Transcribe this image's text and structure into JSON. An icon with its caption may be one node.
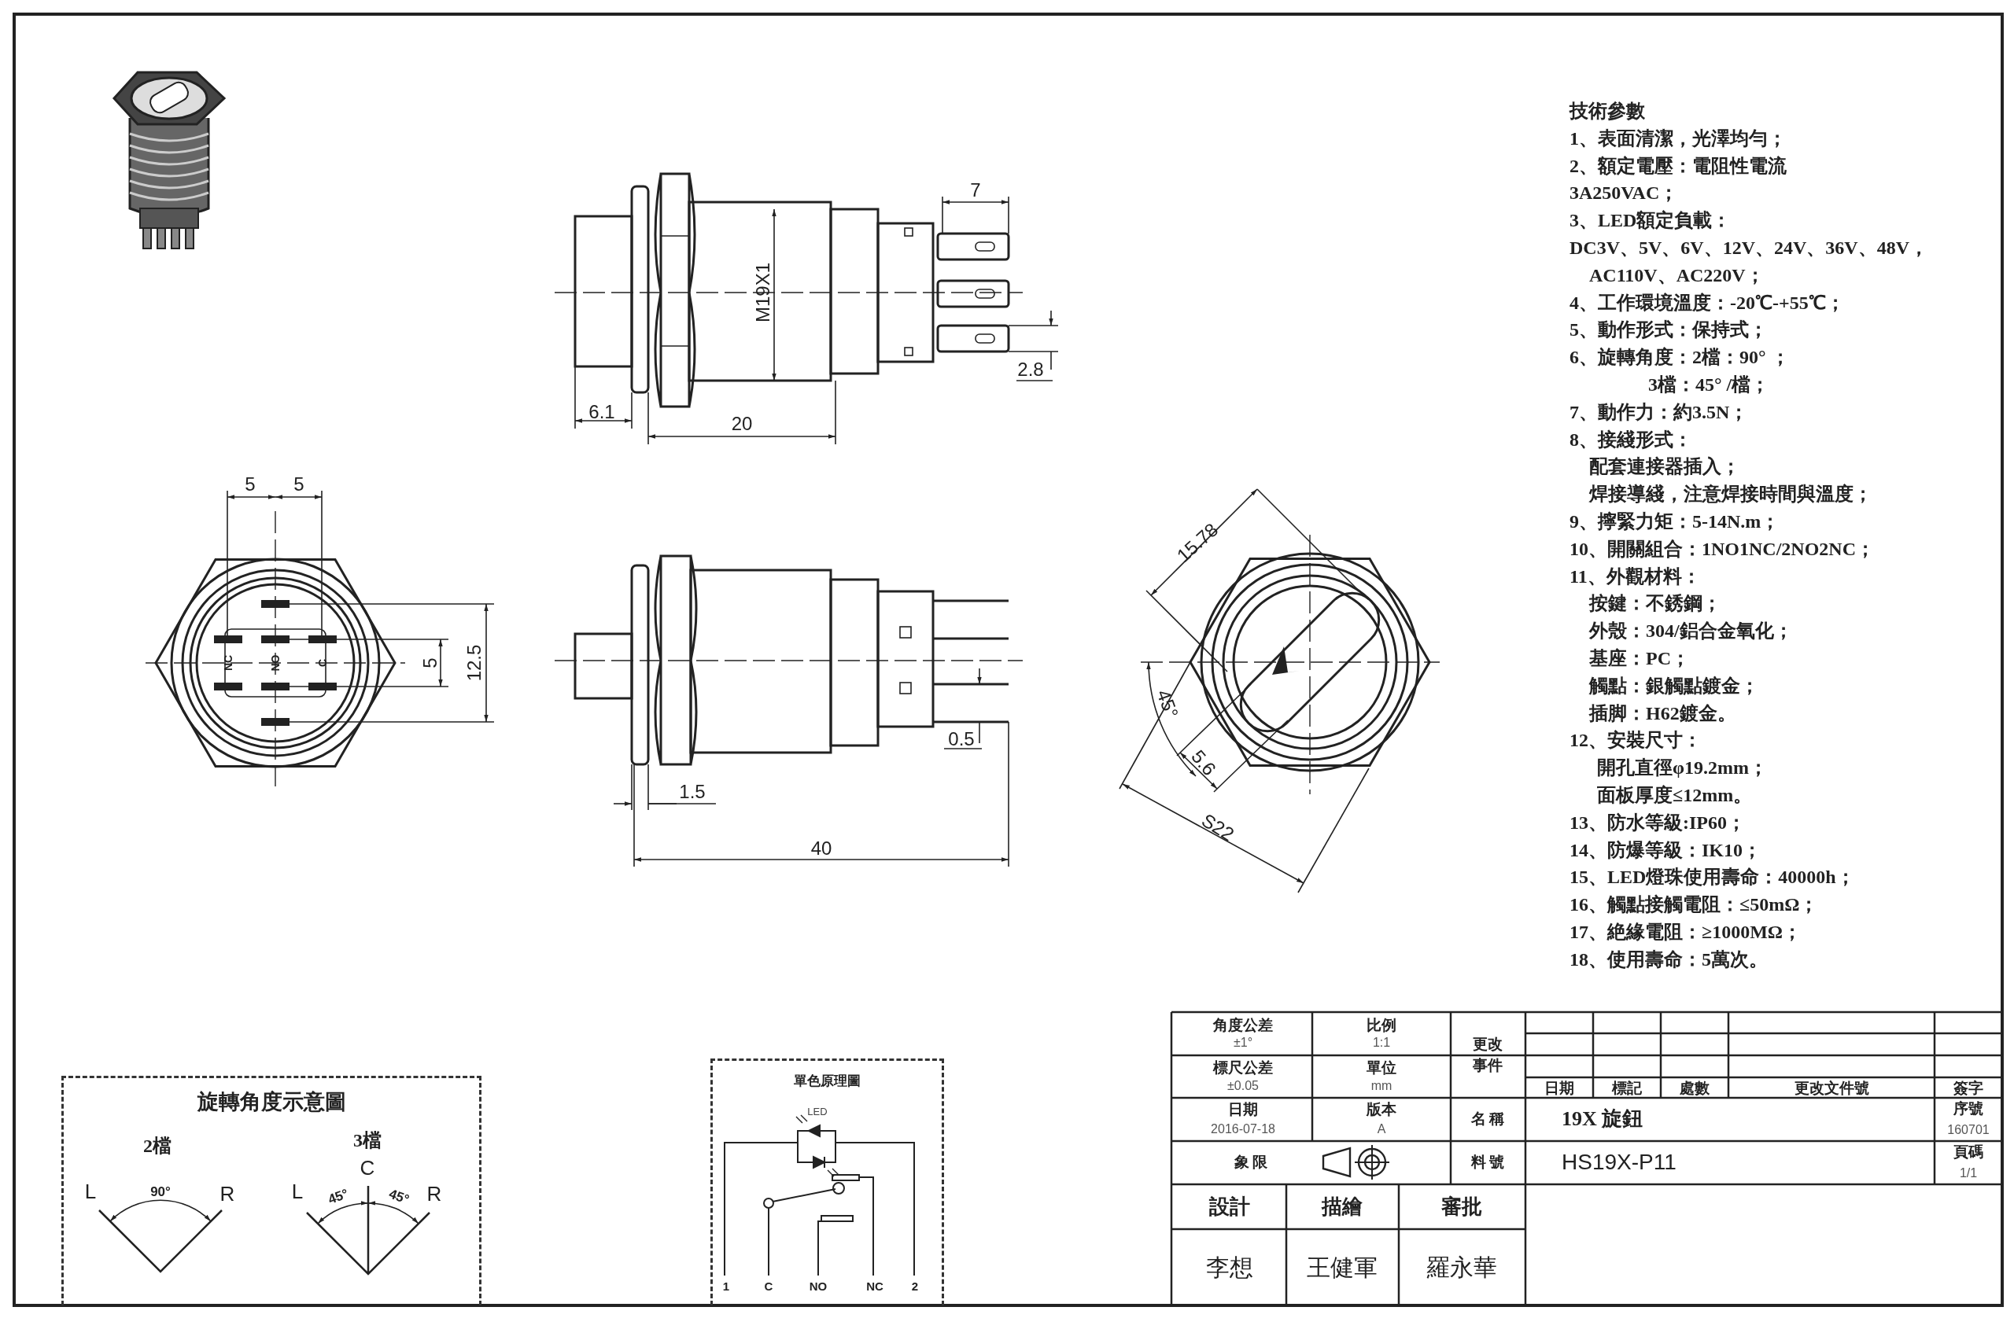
{
  "diagram": {
    "nodes": [
      {
        "text": [
          "旋轉角度示意圖"
        ]
      },
      {
        "text": [
          "單色原理圖"
        ]
      }
    ],
    "labels": [
      "7",
      "M19X1",
      "2.8",
      "6.1",
      "20",
      "0.5",
      "1.5",
      "40",
      "5",
      "5",
      "5",
      "12.5",
      "NC",
      "NO",
      "C",
      "15.78",
      "45°",
      "5.6",
      "S22",
      "技術參數",
      "1、表面清潔，光澤均勻；",
      "2、額定電壓：電阻性電流",
      "3A250VAC；",
      "3、LED額定負載：",
      "DC3V、5V、6V、12V、24V、36V、48V，",
      "AC110V、AC220V；",
      "4、工作環境溫度：-20℃-+55℃；",
      "5、動作形式：保持式；",
      "6、旋轉角度：2檔：90° ；",
      "3檔：45° /檔；",
      "7、動作力：約3.5N；",
      "8、接綫形式：",
      "配套連接器插入；",
      "焊接導綫，注意焊接時間與溫度；",
      "9、擰緊力矩：5-14N.m；",
      "10、開關組合：1NO1NC/2NO2NC；",
      "11、外觀材料：",
      "按鍵：不銹鋼；",
      "外殼：304/鋁合金氧化；",
      "基座：PC；",
      "觸點：銀觸點鍍金；",
      "插脚：H62鍍金。",
      "12、安裝尺寸：",
      "開孔直徑φ19.2mm；",
      "面板厚度≤12mm。",
      "13、防水等級:IP60；",
      "14、防爆等級：IK10；",
      "15、LED燈珠使用壽命：40000h；",
      "16、觸點接觸電阻：≤50mΩ；",
      "17、絶緣電阻：≥1000MΩ；",
      "18、使用壽命：5萬次。",
      "2檔",
      "3檔",
      "L",
      "90°",
      "R",
      "C",
      "L",
      "45°",
      "45°",
      "R",
      "LED",
      "1",
      "C",
      "NO",
      "NC",
      "2",
      "角度公差",
      "±1°",
      "比例",
      "1:1",
      "更改事件",
      "標尺公差",
      "±0.05",
      "單位",
      "mm",
      "日期",
      "標記",
      "處數",
      "更改文件號",
      "簽字",
      "日期",
      "2016-07-18",
      "版本",
      "A",
      "名 稱",
      "19X 旋鈕",
      "序號",
      "160701",
      "象 限",
      "料 號",
      "HS19X-P11",
      "頁碼",
      "1/1",
      "設計",
      "描繪",
      "審批",
      "李想",
      "王健軍",
      "羅永華"
    ]
  }
}
